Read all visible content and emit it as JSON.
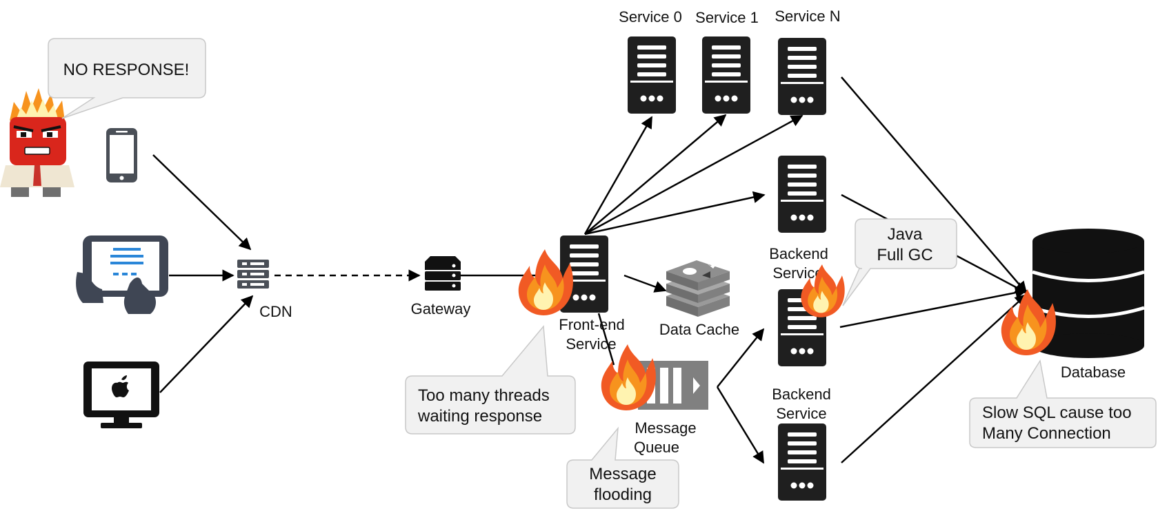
{
  "services": {
    "s0": "Service 0",
    "s1": "Service 1",
    "sn": "Service N"
  },
  "nodes": {
    "cdn": "CDN",
    "gateway": "Gateway",
    "frontend_1": "Front-end",
    "frontend_2": "Service",
    "data_cache": "Data Cache",
    "backend_mid_1": "Backend",
    "backend_mid_2": "Service",
    "backend_bottom_1": "Backend",
    "backend_bottom_2": "Service",
    "mq_1": "Message",
    "mq_2": "Queue",
    "database": "Database"
  },
  "callouts": {
    "no_response": "NO RESPONSE!",
    "threads_1": "Too many threads",
    "threads_2": "waiting response",
    "flooding_1": "Message",
    "flooding_2": "flooding",
    "gc_1": "Java",
    "gc_2": "Full GC",
    "sql_1": "Slow SQL cause too",
    "sql_2": "Many Connection"
  },
  "colors": {
    "server": "#1f1f1f",
    "line": "#000000",
    "bubble_fill": "#f1f1f1",
    "bubble_stroke": "#c8c8c8",
    "flame_outer": "#f15a24",
    "flame_mid": "#f7931e",
    "flame_inner": "#fff3b0",
    "tablet_accent": "#2a86d8",
    "cache": "#777777",
    "queue": "#808080"
  }
}
